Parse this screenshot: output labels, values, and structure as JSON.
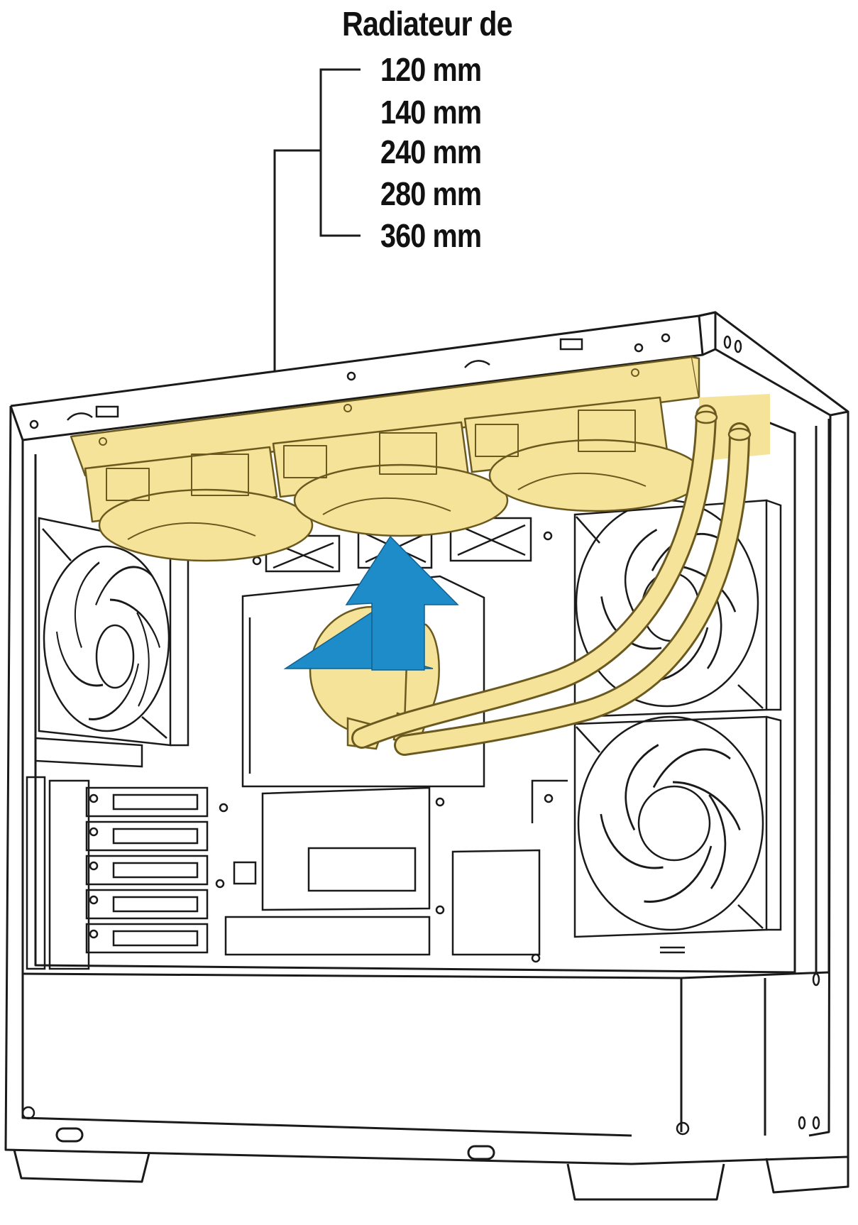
{
  "label": {
    "title": "Radiateur de",
    "sizes": [
      "120 mm",
      "140 mm",
      "240 mm",
      "280 mm",
      "360 mm"
    ]
  },
  "colors": {
    "outline": "#1a1a1a",
    "radiator": "#f6e39a",
    "radiator_stroke": "#6b5a1f",
    "arrow": "#1d8cc8",
    "background": "#ffffff"
  },
  "icons": {
    "airflow": "up-arrow-icon",
    "pump": "pump-icon",
    "fan": "fan-icon"
  }
}
